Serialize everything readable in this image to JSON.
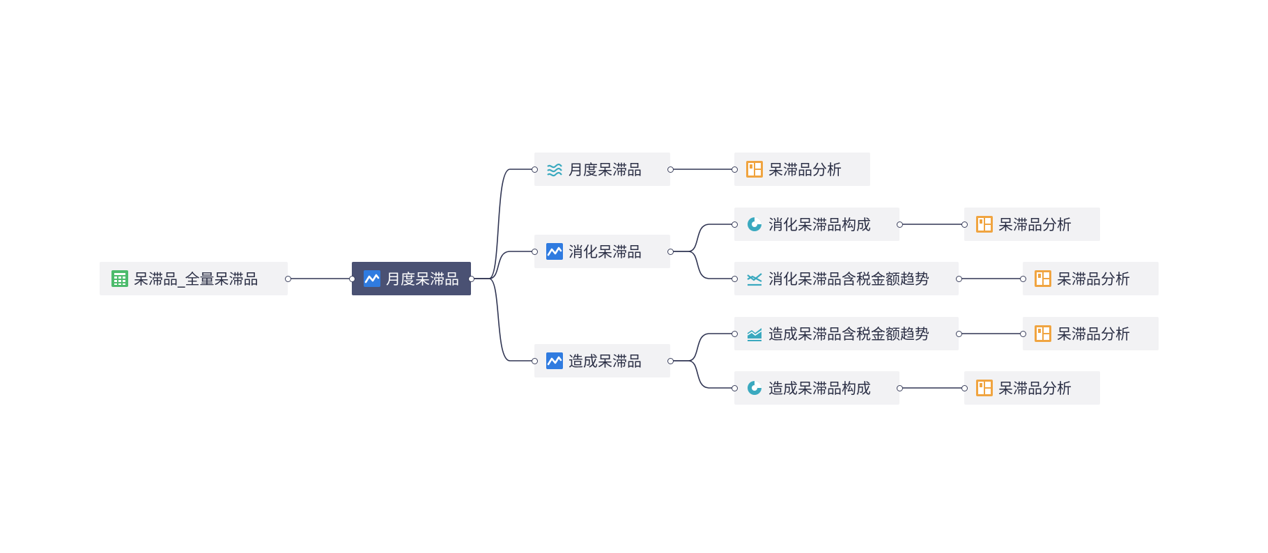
{
  "nodes": [
    {
      "id": "n_source",
      "label": "呆滞品_全量呆滞品",
      "icon": "table-icon",
      "name": "node-source-table",
      "selected": false
    },
    {
      "id": "n_root",
      "label": "月度呆滞品",
      "icon": "line-chart-icon",
      "name": "node-root-monthly",
      "selected": true
    },
    {
      "id": "n_m1",
      "label": "月度呆滞品",
      "icon": "wave-icon",
      "name": "node-monthly-stale",
      "selected": false
    },
    {
      "id": "n_m2",
      "label": "消化呆滞品",
      "icon": "line-chart-icon",
      "name": "node-digested-stale",
      "selected": false
    },
    {
      "id": "n_m3",
      "label": "造成呆滞品",
      "icon": "line-chart-icon",
      "name": "node-caused-stale",
      "selected": false
    },
    {
      "id": "n_d1",
      "label": "呆滞品分析",
      "icon": "dashboard-icon",
      "name": "node-analysis-1",
      "selected": false
    },
    {
      "id": "n_c21",
      "label": "消化呆滞品构成",
      "icon": "pie-chart-icon",
      "name": "node-digested-composition",
      "selected": false
    },
    {
      "id": "n_c22",
      "label": "消化呆滞品含税金额趋势",
      "icon": "cross-line-icon",
      "name": "node-digested-tax-trend",
      "selected": false
    },
    {
      "id": "n_c31",
      "label": "造成呆滞品含税金额趋势",
      "icon": "area-chart-icon",
      "name": "node-caused-tax-trend",
      "selected": false
    },
    {
      "id": "n_c32",
      "label": "造成呆滞品构成",
      "icon": "pie-chart-icon",
      "name": "node-caused-composition",
      "selected": false
    },
    {
      "id": "n_d21",
      "label": "呆滞品分析",
      "icon": "dashboard-icon",
      "name": "node-analysis-2",
      "selected": false
    },
    {
      "id": "n_d22",
      "label": "呆滞品分析",
      "icon": "dashboard-icon",
      "name": "node-analysis-3",
      "selected": false
    },
    {
      "id": "n_d31",
      "label": "呆滞品分析",
      "icon": "dashboard-icon",
      "name": "node-analysis-4",
      "selected": false
    },
    {
      "id": "n_d32",
      "label": "呆滞品分析",
      "icon": "dashboard-icon",
      "name": "node-analysis-5",
      "selected": false
    }
  ],
  "edges": [
    [
      "n_source",
      "n_root"
    ],
    [
      "n_root",
      "n_m1"
    ],
    [
      "n_root",
      "n_m2"
    ],
    [
      "n_root",
      "n_m3"
    ],
    [
      "n_m1",
      "n_d1"
    ],
    [
      "n_m2",
      "n_c21"
    ],
    [
      "n_m2",
      "n_c22"
    ],
    [
      "n_m3",
      "n_c31"
    ],
    [
      "n_m3",
      "n_c32"
    ],
    [
      "n_c21",
      "n_d21"
    ],
    [
      "n_c22",
      "n_d22"
    ],
    [
      "n_c31",
      "n_d31"
    ],
    [
      "n_c32",
      "n_d32"
    ]
  ],
  "colors": {
    "edge": "#2f3452",
    "node_bg": "#f2f2f4",
    "node_text": "#2b2f45",
    "root_bg": "#4a5173",
    "root_text": "#ffffff",
    "table_icon": "#4cbb6c",
    "chart_icon": "#2f7be0",
    "teal_icon": "#3aa9bf",
    "dashboard_icon": "#f0a440"
  }
}
